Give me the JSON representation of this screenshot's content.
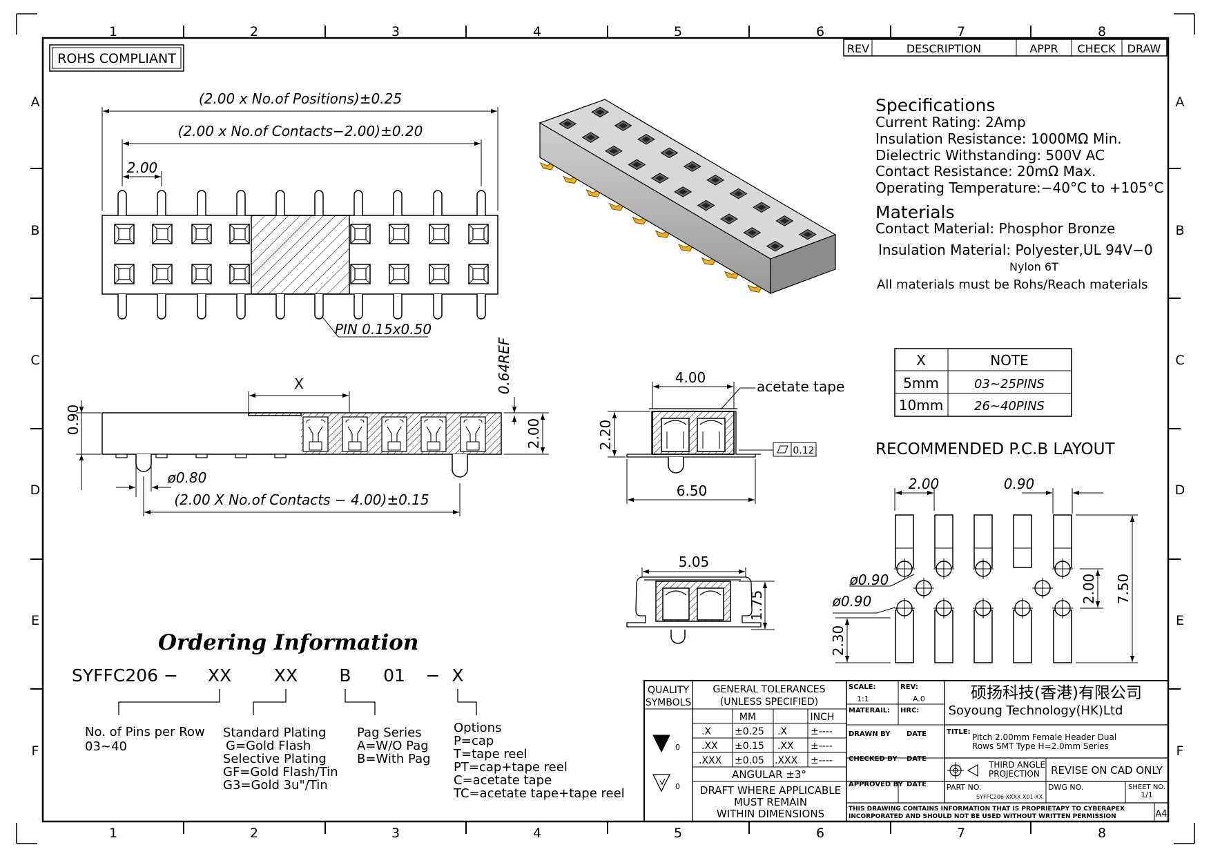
{
  "frame": {
    "zones_top": [
      "1",
      "2",
      "3",
      "4",
      "5",
      "6",
      "7",
      "8"
    ],
    "zones_bottom": [
      "1",
      "2",
      "3",
      "4",
      "5",
      "6",
      "7",
      "8"
    ],
    "zones_side": [
      "A",
      "B",
      "C",
      "D",
      "E",
      "F"
    ]
  },
  "rohs": "ROHS COMPLIANT",
  "revision_table": {
    "rev": "REV",
    "description": "DESCRIPTION",
    "appr": "APPR",
    "check": "CHECK",
    "draw": "DRAW"
  },
  "top_view": {
    "dim_positions": "(2.00  x  No.of  Positions)±0.25",
    "dim_contacts": "(2.00  x  No.of  Contacts−2.00)±0.20",
    "dim_pitch": "2.00",
    "pin_label": "PIN  0.15x0.50"
  },
  "side_view": {
    "dim_x": "X",
    "dim_090": "0.90",
    "dim_064": "0.64REF",
    "dim_200": "2.00",
    "dim_080": "ø0.80",
    "dim_contacts": "(2.00  X  No.of  Contacts  −  4.00)±0.15"
  },
  "section_view": {
    "dim_400": "4.00",
    "tape_label": "acetate  tape",
    "dim_220": "2.20",
    "dim_650": "6.50",
    "flatness": "0.12",
    "dim_505": "5.05",
    "dim_175": "1.75"
  },
  "specs": {
    "heading": "Specifications",
    "lines": [
      "Current  Rating:     2Amp",
      "Insulation  Resistance:     1000MΩ  Min.",
      "Dielectric  Withstanding:     500V  AC",
      "Contact  Resistance:     20mΩ  Max.",
      "Operating  Temperature:−40°C  to  +105°C"
    ],
    "materials_heading": "Materials",
    "contact_material": "Contact  Material:  Phosphor  Bronze",
    "insulation_material": "Insulation  Material:  Polyester,UL  94V−0",
    "nylon": "Nylon  6T",
    "rohs_note": "All  materials  must  be  Rohs/Reach  materials"
  },
  "note_table": {
    "headers": [
      "X",
      "NOTE"
    ],
    "rows": [
      [
        "5mm",
        "03~25PINS"
      ],
      [
        "10mm",
        "26~40PINS"
      ]
    ]
  },
  "pcb_layout": {
    "title": "RECOMMENDED  P.C.B  LAYOUT",
    "dim_pitch": "2.00",
    "dim_pad": "0.90",
    "dim_hole1": "ø0.90",
    "dim_hole2": "ø0.90",
    "dim_row": "2.00",
    "dim_total": "7.50",
    "dim_230": "2.30"
  },
  "ordering": {
    "title": "Ordering Information",
    "code": {
      "prefix": "SYFFC206  −",
      "a": "XX",
      "b": "XX",
      "c": "B",
      "d": "01",
      "dash": "−",
      "e": "X"
    },
    "pins": [
      "No.  of  Pins  per  Row",
      "03~40"
    ],
    "plating": [
      "Standard  Plating",
      "G=Gold  Flash",
      "Selective    Plating",
      "GF=Gold  Flash/Tin",
      "G3=Gold  3u\"/Tin"
    ],
    "pag": [
      "Pag  Series",
      "A=W/O  Pag",
      "B=With  Pag"
    ],
    "options": [
      "Options",
      "P=cap",
      "T=tape  reel",
      "PT=cap+tape  reel",
      "C=acetate  tape",
      "TC=acetate  tape+tape  reel"
    ]
  },
  "title_block": {
    "quality": [
      "QUALITY",
      "SYMBOLS"
    ],
    "tol_heading": [
      "GENERAL  TOLERANCES",
      "(UNLESS  SPECIFIED)"
    ],
    "mm": "MM",
    "inch": "INCH",
    "tol_rows": [
      [
        ".X",
        "±0.25",
        ".X",
        "±----"
      ],
      [
        ".XX",
        "±0.15",
        ".XX",
        "±----"
      ],
      [
        ".XXX",
        "±0.05",
        ".XXX",
        "±----"
      ]
    ],
    "angular": "ANGULAR  ±3°",
    "draft": [
      "DRAFT  WHERE  APPLICABLE",
      "MUST  REMAIN",
      "WITHIN  DIMENSIONS"
    ],
    "sym1": "▼",
    "sym1_sub": "0",
    "sym2_sub": "0",
    "scale_label": "SCALE:",
    "scale": "1:1",
    "rev_label": "REV:",
    "rev": "A.0",
    "material_label": "MATERAIL:",
    "hrc_label": "HRC:",
    "drawn_by": "DRAWN  BY",
    "checked_by": "CHECKED  BY",
    "approved_by": "APPROVED  BY",
    "date": "DATE",
    "company_cn": "硕扬科技(香港)有限公司",
    "company_en": "Soyoung  Technology(HK)Ltd",
    "title_label": "TITLE:",
    "title_1": "Pitch  2.00mm  Female  Header  Dual",
    "title_2": "Rows  SMT  Type  H=2.0mm  Series",
    "projection": [
      "THIRD  ANGLE",
      "PROJECTION"
    ],
    "revise": "REVISE  ON  CAD  ONLY",
    "part_label": "PART  NO.",
    "part_no": "SYFFC206-XXXX  X01-XX",
    "dwg_label": "DWG  NO.",
    "sheet_label": "SHEET  NO.",
    "sheet": "1/1",
    "confidential": [
      "THIS  DRAWING  CONTAINS  INFORMATION  THAT  IS  PROPRIETAPY  TO  CYBERAPEX",
      "INCORPORATED  AND  SHOULD  NOT  BE  USED  WITHOUT  WRITTEN  PERMISSION"
    ],
    "size": "A4"
  }
}
